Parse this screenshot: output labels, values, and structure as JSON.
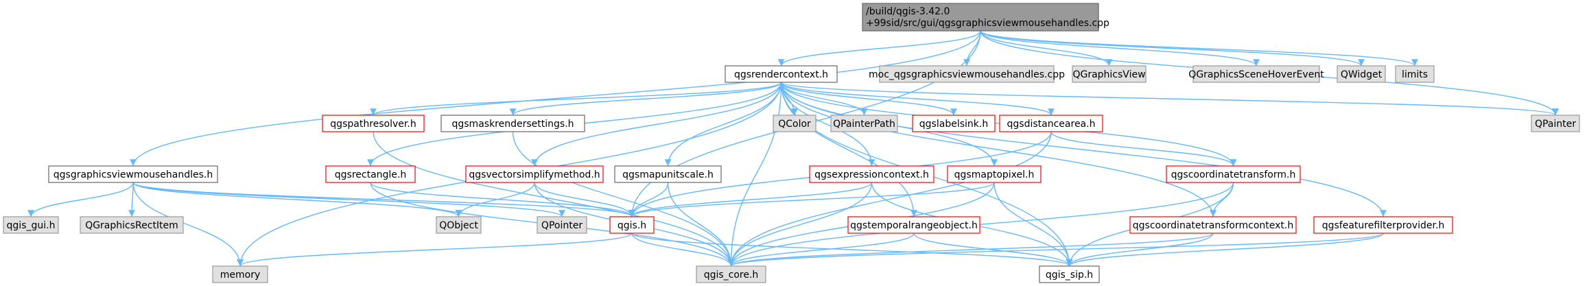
{
  "graph": {
    "type": "include-dependency-graph",
    "colors": {
      "edge": "#63b8ff",
      "root_fill": "#999999",
      "root_border": "#666666",
      "normal_fill": "#ffffff",
      "normal_border": "#666666",
      "incomplete_border": "#ff0000",
      "external_fill": "#e0e0e0",
      "external_border": "#999999"
    },
    "nodes": [
      {
        "id": "root",
        "lines": [
          "/build/qgis-3.42.0",
          "+99sid/src/gui/qgsgraphicsviewmousehandles.cpp"
        ],
        "kind": "root"
      },
      {
        "id": "qgsrendercontext",
        "lines": [
          "qgsrendercontext.h"
        ],
        "kind": "normal"
      },
      {
        "id": "moc",
        "lines": [
          "moc_qgsgraphicsviewmousehandles.cpp"
        ],
        "kind": "external"
      },
      {
        "id": "qgraphicsview",
        "lines": [
          "QGraphicsView"
        ],
        "kind": "external"
      },
      {
        "id": "qgraphicsscenehoverevent",
        "lines": [
          "QGraphicsSceneHoverEvent"
        ],
        "kind": "external"
      },
      {
        "id": "qwidget",
        "lines": [
          "QWidget"
        ],
        "kind": "external"
      },
      {
        "id": "limits",
        "lines": [
          "limits"
        ],
        "kind": "external"
      },
      {
        "id": "qgspathresolver",
        "lines": [
          "qgspathresolver.h"
        ],
        "kind": "incomplete"
      },
      {
        "id": "qgsmaskrendersettings",
        "lines": [
          "qgsmaskrendersettings.h"
        ],
        "kind": "normal"
      },
      {
        "id": "qcolor",
        "lines": [
          "QColor"
        ],
        "kind": "external"
      },
      {
        "id": "qpainterpath",
        "lines": [
          "QPainterPath"
        ],
        "kind": "external"
      },
      {
        "id": "qgslabelsink",
        "lines": [
          "qgslabelsink.h"
        ],
        "kind": "incomplete"
      },
      {
        "id": "qgsdistancearea",
        "lines": [
          "qgsdistancearea.h"
        ],
        "kind": "incomplete"
      },
      {
        "id": "qpainter",
        "lines": [
          "QPainter"
        ],
        "kind": "external"
      },
      {
        "id": "qgsgraphicsviewmousehandles",
        "lines": [
          "qgsgraphicsviewmousehandles.h"
        ],
        "kind": "normal"
      },
      {
        "id": "qgsrectangle",
        "lines": [
          "qgsrectangle.h"
        ],
        "kind": "incomplete"
      },
      {
        "id": "qgsvectorsimplifymethod",
        "lines": [
          "qgsvectorsimplifymethod.h"
        ],
        "kind": "incomplete"
      },
      {
        "id": "qgsmapunitscale",
        "lines": [
          "qgsmapunitscale.h"
        ],
        "kind": "normal"
      },
      {
        "id": "qgsexpressioncontext",
        "lines": [
          "qgsexpressioncontext.h"
        ],
        "kind": "incomplete"
      },
      {
        "id": "qgsmaptopixel",
        "lines": [
          "qgsmaptopixel.h"
        ],
        "kind": "incomplete"
      },
      {
        "id": "qgscoordinatetransform",
        "lines": [
          "qgscoordinatetransform.h"
        ],
        "kind": "incomplete"
      },
      {
        "id": "qgis_gui",
        "lines": [
          "qgis_gui.h"
        ],
        "kind": "external"
      },
      {
        "id": "qgraphicsrectitem",
        "lines": [
          "QGraphicsRectItem"
        ],
        "kind": "external"
      },
      {
        "id": "qobject",
        "lines": [
          "QObject"
        ],
        "kind": "external"
      },
      {
        "id": "qpointer",
        "lines": [
          "QPointer"
        ],
        "kind": "external"
      },
      {
        "id": "qgis",
        "lines": [
          "qgis.h"
        ],
        "kind": "incomplete"
      },
      {
        "id": "qgstemporalrangeobject",
        "lines": [
          "qgstemporalrangeobject.h"
        ],
        "kind": "incomplete"
      },
      {
        "id": "qgscoordinatetransformcontext",
        "lines": [
          "qgscoordinatetransformcontext.h"
        ],
        "kind": "incomplete"
      },
      {
        "id": "qgsfeaturefilterprovider",
        "lines": [
          "qgsfeaturefilterprovider.h"
        ],
        "kind": "incomplete"
      },
      {
        "id": "memory",
        "lines": [
          "memory"
        ],
        "kind": "external"
      },
      {
        "id": "qgis_core",
        "lines": [
          "qgis_core.h"
        ],
        "kind": "external"
      },
      {
        "id": "qgis_sip",
        "lines": [
          "qgis_sip.h"
        ],
        "kind": "normal"
      }
    ],
    "edges": [
      [
        "root",
        "qgsgraphicsviewmousehandles"
      ],
      [
        "root",
        "qgsrendercontext"
      ],
      [
        "root",
        "moc"
      ],
      [
        "root",
        "qgraphicsview"
      ],
      [
        "root",
        "qgraphicsscenehoverevent"
      ],
      [
        "root",
        "qwidget"
      ],
      [
        "root",
        "limits"
      ],
      [
        "root",
        "qpainter"
      ],
      [
        "root",
        "qgis"
      ],
      [
        "qgsgraphicsviewmousehandles",
        "qgis_gui"
      ],
      [
        "qgsgraphicsviewmousehandles",
        "qgraphicsrectitem"
      ],
      [
        "qgsgraphicsviewmousehandles",
        "qobject"
      ],
      [
        "qgsgraphicsviewmousehandles",
        "qpointer"
      ],
      [
        "qgsgraphicsviewmousehandles",
        "qgis"
      ],
      [
        "qgsgraphicsviewmousehandles",
        "memory"
      ],
      [
        "qgsrendercontext",
        "qgspathresolver"
      ],
      [
        "qgsrendercontext",
        "qgsmaskrendersettings"
      ],
      [
        "qgsrendercontext",
        "qcolor"
      ],
      [
        "qgsrendercontext",
        "qpainterpath"
      ],
      [
        "qgsrendercontext",
        "qgslabelsink"
      ],
      [
        "qgsrendercontext",
        "qgsdistancearea"
      ],
      [
        "qgsrendercontext",
        "qpainter"
      ],
      [
        "qgsrendercontext",
        "qgsrectangle"
      ],
      [
        "qgsrendercontext",
        "qgsvectorsimplifymethod"
      ],
      [
        "qgsrendercontext",
        "qgsmapunitscale"
      ],
      [
        "qgsrendercontext",
        "qgsexpressioncontext"
      ],
      [
        "qgsrendercontext",
        "qgsmaptopixel"
      ],
      [
        "qgsrendercontext",
        "qgscoordinatetransform"
      ],
      [
        "qgsrendercontext",
        "qgstemporalrangeobject"
      ],
      [
        "qgsrendercontext",
        "qgscoordinatetransformcontext"
      ],
      [
        "qgsrendercontext",
        "qgsfeaturefilterprovider"
      ],
      [
        "qgsrendercontext",
        "memory"
      ],
      [
        "qgsrendercontext",
        "qgis_core"
      ],
      [
        "qgsrendercontext",
        "qgis_sip"
      ],
      [
        "qgspathresolver",
        "qgis_core"
      ],
      [
        "qgsmaskrendersettings",
        "qgis_core"
      ],
      [
        "qgsdistancearea",
        "qgscoordinatetransform"
      ],
      [
        "qgsdistancearea",
        "qgis"
      ],
      [
        "qgsdistancearea",
        "qgis_core"
      ],
      [
        "qgsrectangle",
        "qgis"
      ],
      [
        "qgsrectangle",
        "qgis_core"
      ],
      [
        "qgsvectorsimplifymethod",
        "qobject"
      ],
      [
        "qgsvectorsimplifymethod",
        "qgis"
      ],
      [
        "qgsvectorsimplifymethod",
        "qgis_core"
      ],
      [
        "qgsmapunitscale",
        "qgis"
      ],
      [
        "qgsmapunitscale",
        "qgis_core"
      ],
      [
        "qgsexpressioncontext",
        "qgis"
      ],
      [
        "qgsexpressioncontext",
        "qgis_core"
      ],
      [
        "qgsexpressioncontext",
        "qgis_sip"
      ],
      [
        "qgsmaptopixel",
        "qgis"
      ],
      [
        "qgsmaptopixel",
        "qgis_core"
      ],
      [
        "qgsmaptopixel",
        "qgis_sip"
      ],
      [
        "qgscoordinatetransform",
        "qgscoordinatetransformcontext"
      ],
      [
        "qgscoordinatetransform",
        "qgis_core"
      ],
      [
        "qgscoordinatetransform",
        "qgis_sip"
      ],
      [
        "qgis",
        "memory"
      ],
      [
        "qgis",
        "qgis_core"
      ],
      [
        "qgis",
        "qgis_sip"
      ],
      [
        "qgstemporalrangeobject",
        "qgis_core"
      ],
      [
        "qgstemporalrangeobject",
        "qgis_sip"
      ],
      [
        "qgscoordinatetransformcontext",
        "qgis_core"
      ],
      [
        "qgscoordinatetransformcontext",
        "qgis_sip"
      ],
      [
        "qgsfeaturefilterprovider",
        "qgis_core"
      ],
      [
        "qgsfeaturefilterprovider",
        "qgis_sip"
      ]
    ]
  }
}
